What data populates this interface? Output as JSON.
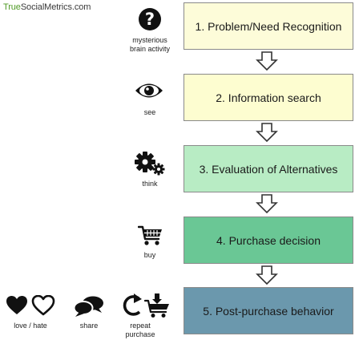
{
  "brand": {
    "part1": "True",
    "part2": "SocialMetrics.com"
  },
  "stages": [
    {
      "label": "1. Problem/Need Recognition",
      "color": "#fdfcd9"
    },
    {
      "label": "2. Information search",
      "color": "#fdfdd0"
    },
    {
      "label": "3. Evaluation of Alternatives",
      "color": "#b8ecc4"
    },
    {
      "label": "4. Purchase decision",
      "color": "#6ac795"
    },
    {
      "label": "5. Post-purchase behavior",
      "color": "#6b98ad"
    }
  ],
  "icons": [
    {
      "name": "question-mark-icon",
      "caption_lines": [
        "mysterious",
        "brain activity"
      ]
    },
    {
      "name": "eye-icon",
      "caption_lines": [
        "see"
      ]
    },
    {
      "name": "gears-icon",
      "caption_lines": [
        "think"
      ]
    },
    {
      "name": "shopping-cart-icon",
      "caption_lines": [
        "buy"
      ]
    },
    {
      "name": "hearts-icon",
      "caption_lines": [
        "love / hate"
      ]
    },
    {
      "name": "speech-bubbles-icon",
      "caption_lines": [
        "share"
      ]
    },
    {
      "name": "repeat-purchase-icon",
      "caption_lines": [
        "repeat",
        "purchase"
      ]
    }
  ]
}
